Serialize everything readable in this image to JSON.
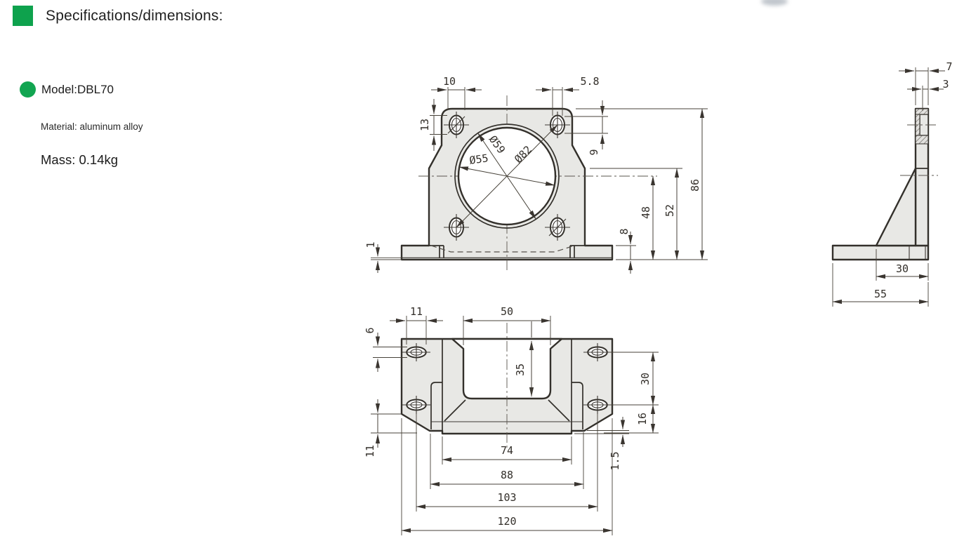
{
  "header": {
    "title": "Specifications/dimensions:"
  },
  "product": {
    "model": "Model:DBL70",
    "material": "Material: aluminum alloy",
    "mass": "Mass: 0.14kg"
  },
  "colors": {
    "accent_green_square": "#0ea24d",
    "accent_green_bullet": "#12a551",
    "drawing_fill": "#e8e8e5",
    "line": "#33302b"
  },
  "views": {
    "front": {
      "dims": {
        "slot_width_outer": "10",
        "slot_width_inner": "5.8",
        "slot_length_outer": "13",
        "slot_length_inner": "9",
        "overall_height": "86",
        "shoulder_height": "52",
        "center_height": "48",
        "foot_height": "8",
        "base_step": "1",
        "bore_dia": "Ø55",
        "pilot_dia": "Ø59",
        "bolt_circle_dia": "Ø82"
      }
    },
    "side": {
      "dims": {
        "wall_thickness": "7",
        "counterbore": "3",
        "gusset_depth": "30",
        "base_depth": "55"
      }
    },
    "bottom": {
      "dims": {
        "foot_slot_length": "11",
        "opening_width": "50",
        "foot_slot_width": "6",
        "opening_depth": "35",
        "hole_pitch_depth": "30",
        "hole_edge_depth": "16",
        "edge_step": "1.5",
        "corner_chamfer": "11",
        "flange_width": "74",
        "wall_width": "88",
        "hole_pitch_width": "103",
        "base_width": "120"
      }
    }
  }
}
